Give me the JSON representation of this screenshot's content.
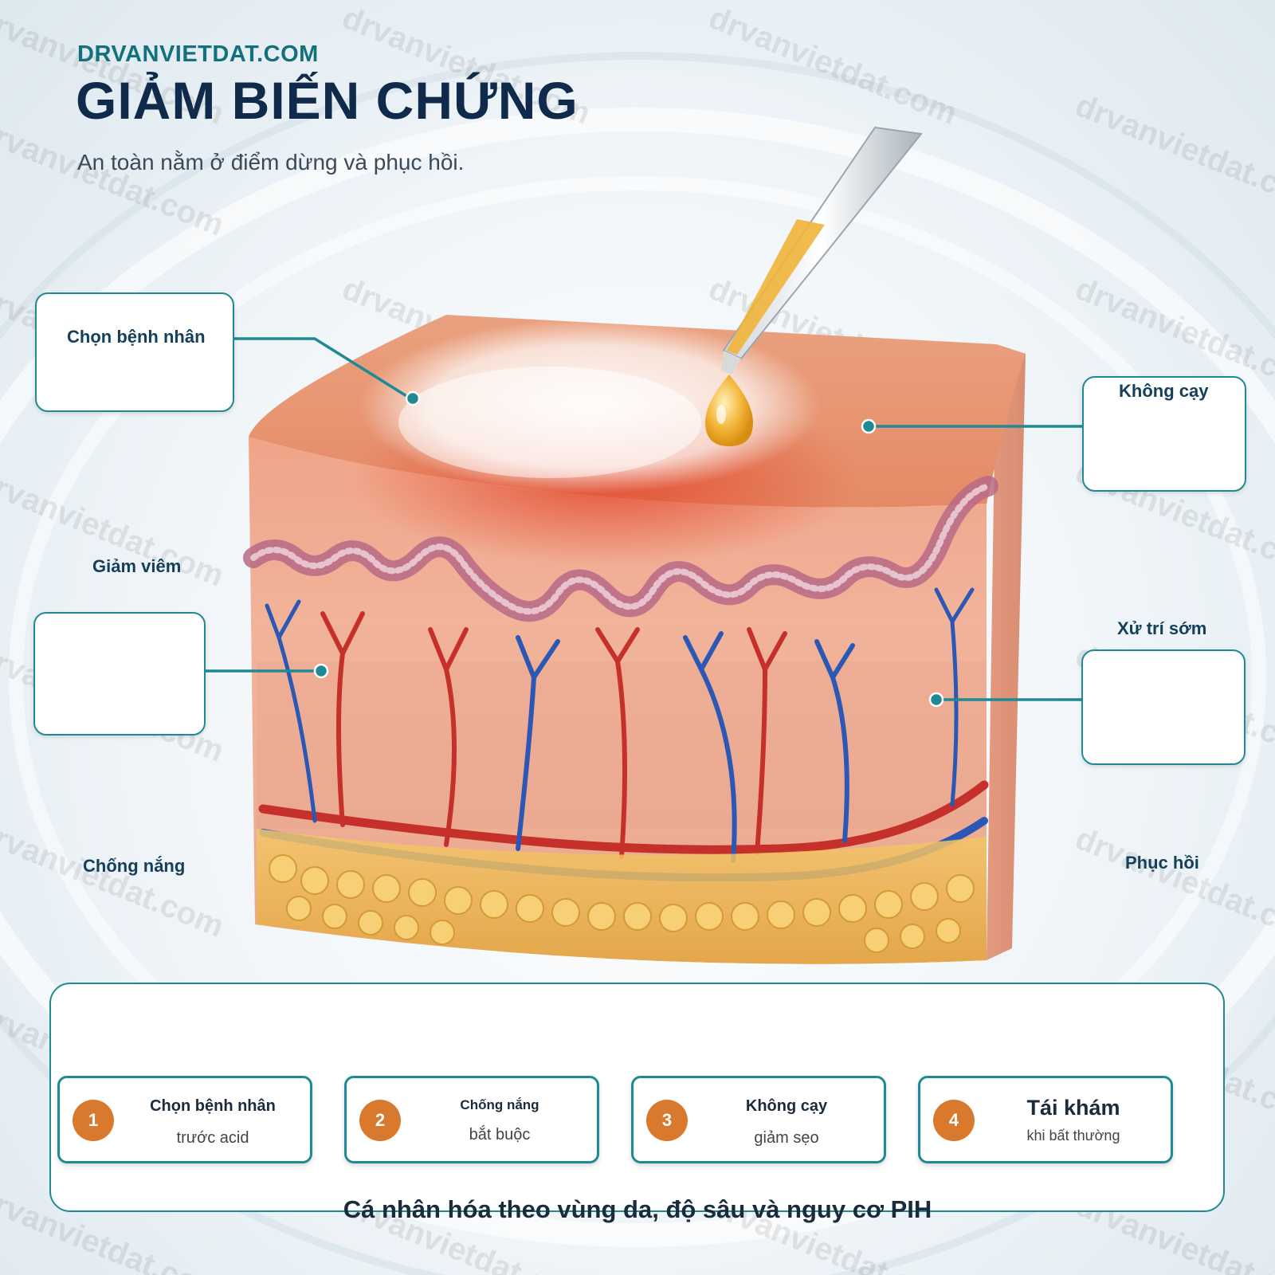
{
  "header": {
    "site": "DRVANVIETDAT.COM",
    "title": "GIẢM BIẾN CHỨNG",
    "subtitle": "An toàn nằm ở điểm dừng và phục hồi."
  },
  "callouts": {
    "chon_benh_nhan": "Chọn bệnh nhân",
    "giam_viem": "Giảm viêm",
    "chong_nang": "Chống nắng",
    "khong_cay": "Không cạy",
    "xu_tri_som": "Xử trí sớm",
    "phuc_hoi": "Phục hồi"
  },
  "steps": [
    {
      "num": "1",
      "title": "Chọn bệnh nhân",
      "sub": "trước acid"
    },
    {
      "num": "2",
      "title": "Chống nắng",
      "sub": "bắt buộc"
    },
    {
      "num": "3",
      "title": "Không cạy",
      "sub": "giảm sẹo"
    },
    {
      "num": "4",
      "title": "Tái khám",
      "sub": "khi bất thường"
    }
  ],
  "footer": "Cá nhân hóa theo vùng da, độ sâu và nguy cơ PIH",
  "watermark": "drvanvietdat.com",
  "colors": {
    "accent": "#1f8a94",
    "title": "#0f2a4a",
    "badge": "#d9792e"
  }
}
